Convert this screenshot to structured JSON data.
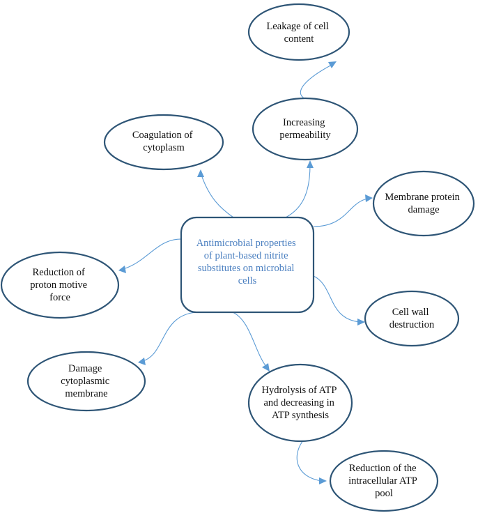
{
  "diagram": {
    "center": {
      "lines": [
        "Antimicrobial properties",
        "of plant-based nitrite",
        "substitutes on microbial",
        "cells"
      ]
    },
    "nodes": {
      "leakage": {
        "lines": [
          "Leakage of cell",
          "content"
        ]
      },
      "permeability": {
        "lines": [
          "Increasing",
          "permeability"
        ]
      },
      "coagulation": {
        "lines": [
          "Coagulation of",
          "cytoplasm"
        ]
      },
      "membrane_protein": {
        "lines": [
          "Membrane protein",
          "damage"
        ]
      },
      "proton_motive": {
        "lines": [
          "Reduction of",
          "proton motive",
          "force"
        ]
      },
      "cell_wall": {
        "lines": [
          "Cell wall",
          "destruction"
        ]
      },
      "cytoplasmic_membrane": {
        "lines": [
          "Damage",
          "cytoplasmic",
          "membrane"
        ]
      },
      "atp_hydrolysis": {
        "lines": [
          "Hydrolysis of ATP",
          "and decreasing in",
          "ATP synthesis"
        ]
      },
      "atp_pool": {
        "lines": [
          "Reduction of the",
          "intracellular ATP",
          "pool"
        ]
      }
    },
    "colors": {
      "node_border": "#2e5576",
      "connector": "#5b9bd5",
      "center_text": "#4a7fc0",
      "node_text": "#111111"
    }
  }
}
